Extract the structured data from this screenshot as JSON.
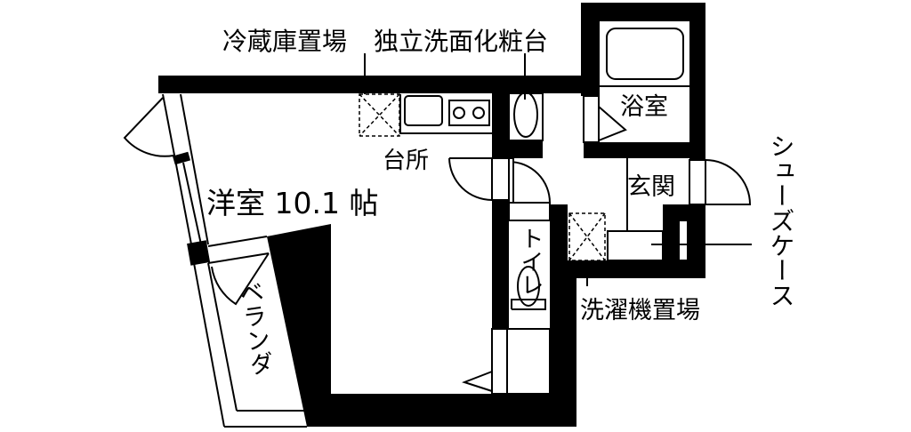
{
  "labels": {
    "fridge_space": "冷蔵庫置場",
    "vanity": "独立洗面化粧台",
    "kitchen": "台所",
    "western_room": "洋室 10.1 帖",
    "bathroom": "浴室",
    "entrance": "玄関",
    "toilet": "トイレ",
    "balcony": "ベランダ",
    "washer_space": "洗濯機置場",
    "shoe_case": "シューズケース"
  },
  "colors": {
    "wall": "#000000",
    "background": "#ffffff"
  }
}
